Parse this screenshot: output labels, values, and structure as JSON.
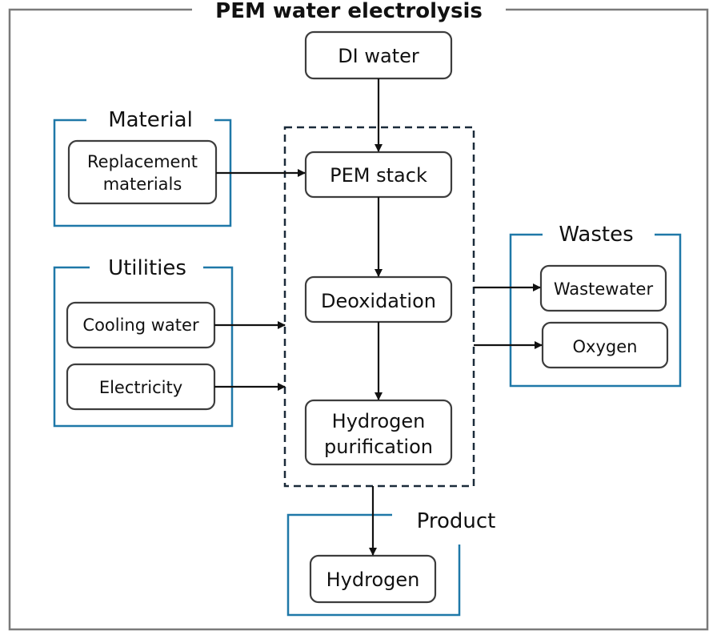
{
  "title": "PEM water electrolysis",
  "groups": {
    "material": "Material",
    "utilities": "Utilities",
    "wastes": "Wastes",
    "product": "Product"
  },
  "nodes": {
    "di_water": "DI water",
    "replacement_line1": "Replacement",
    "replacement_line2": "materials",
    "pem_stack": "PEM stack",
    "deoxidation": "Deoxidation",
    "purification_line1": "Hydrogen",
    "purification_line2": "purification",
    "cooling_water": "Cooling water",
    "electricity": "Electricity",
    "wastewater": "Wastewater",
    "oxygen": "Oxygen",
    "hydrogen": "Hydrogen"
  },
  "colors": {
    "group_bracket": "#1f78a8",
    "frame": "#7a7a7a",
    "dashed_boundary": "#1b2b3a",
    "node_border": "#3d3d3d",
    "arrow": "#111111"
  }
}
